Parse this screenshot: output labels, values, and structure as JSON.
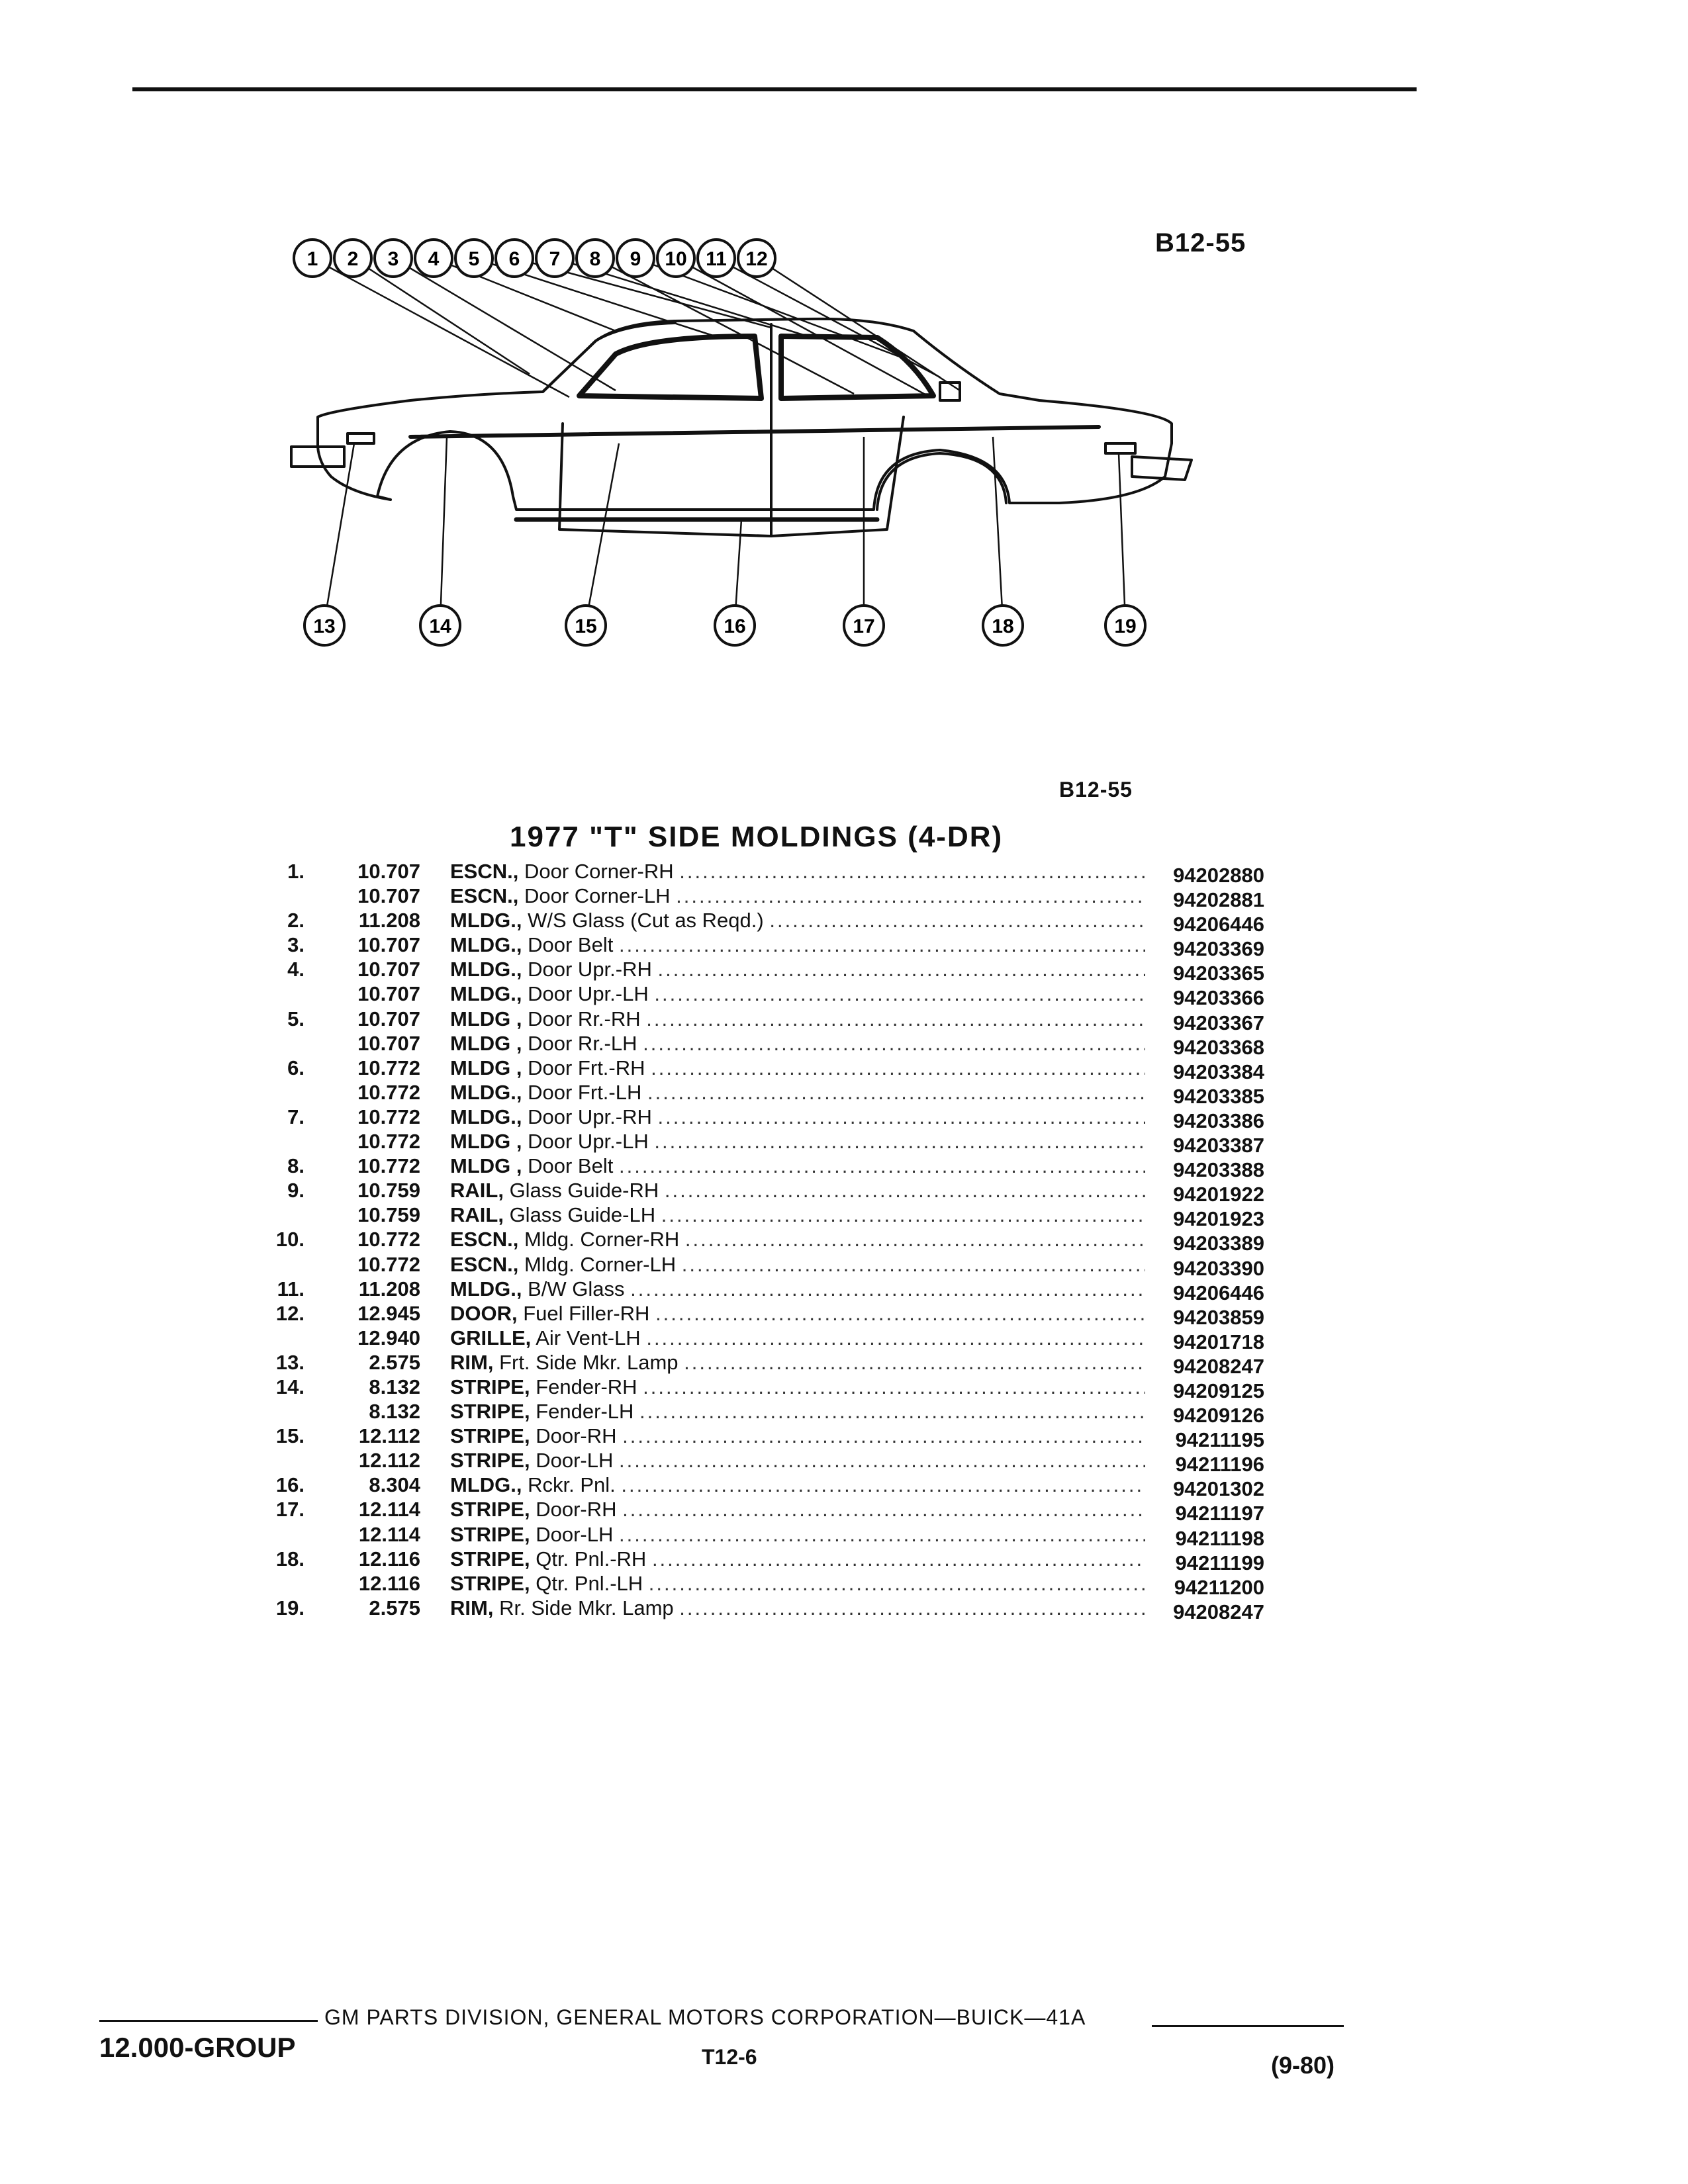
{
  "figure_code": "B12-55",
  "figure_code_lower": "B12-55",
  "title": "1977 \"T\" SIDE MOLDINGS (4-DR)",
  "callouts_top": [
    "1",
    "2",
    "3",
    "4",
    "5",
    "6",
    "7",
    "8",
    "9",
    "10",
    "11",
    "12"
  ],
  "callouts_bottom": [
    "13",
    "14",
    "15",
    "16",
    "17",
    "18",
    "19"
  ],
  "parts": [
    {
      "ref": "1.",
      "group": "10.707",
      "name": "ESCN.,",
      "desc": "Door Corner-RH",
      "part": "94202880"
    },
    {
      "ref": "",
      "group": "10.707",
      "name": "ESCN.,",
      "desc": "Door Corner-LH",
      "part": "94202881"
    },
    {
      "ref": "2.",
      "group": "11.208",
      "name": "MLDG.,",
      "desc": "W/S Glass (Cut as Reqd.)",
      "part": "94206446"
    },
    {
      "ref": "3.",
      "group": "10.707",
      "name": "MLDG.,",
      "desc": "Door Belt",
      "part": "94203369"
    },
    {
      "ref": "4.",
      "group": "10.707",
      "name": "MLDG.,",
      "desc": "Door Upr.-RH",
      "part": "94203365"
    },
    {
      "ref": "",
      "group": "10.707",
      "name": "MLDG.,",
      "desc": "Door Upr.-LH",
      "part": "94203366"
    },
    {
      "ref": "5.",
      "group": "10.707",
      "name": "MLDG ,",
      "desc": "Door Rr.-RH",
      "part": "94203367"
    },
    {
      "ref": "",
      "group": "10.707",
      "name": "MLDG ,",
      "desc": "Door Rr.-LH",
      "part": "94203368"
    },
    {
      "ref": "6.",
      "group": "10.772",
      "name": "MLDG ,",
      "desc": "Door Frt.-RH",
      "part": "94203384"
    },
    {
      "ref": "",
      "group": "10.772",
      "name": "MLDG.,",
      "desc": "Door Frt.-LH",
      "part": "94203385"
    },
    {
      "ref": "7.",
      "group": "10.772",
      "name": "MLDG.,",
      "desc": "Door Upr.-RH",
      "part": "94203386"
    },
    {
      "ref": "",
      "group": "10.772",
      "name": "MLDG ,",
      "desc": "Door Upr.-LH",
      "part": "94203387"
    },
    {
      "ref": "8.",
      "group": "10.772",
      "name": "MLDG ,",
      "desc": "Door Belt",
      "part": "94203388"
    },
    {
      "ref": "9.",
      "group": "10.759",
      "name": "RAIL,",
      "desc": "Glass Guide-RH",
      "part": "94201922"
    },
    {
      "ref": "",
      "group": "10.759",
      "name": "RAIL,",
      "desc": "Glass Guide-LH",
      "part": "94201923"
    },
    {
      "ref": "10.",
      "group": "10.772",
      "name": "ESCN.,",
      "desc": "Mldg. Corner-RH",
      "part": "94203389"
    },
    {
      "ref": "",
      "group": "10.772",
      "name": "ESCN.,",
      "desc": "Mldg. Corner-LH",
      "part": "94203390"
    },
    {
      "ref": "11.",
      "group": "11.208",
      "name": "MLDG.,",
      "desc": "B/W Glass",
      "part": "94206446"
    },
    {
      "ref": "12.",
      "group": "12.945",
      "name": "DOOR,",
      "desc": "Fuel Filler-RH",
      "part": "94203859"
    },
    {
      "ref": "",
      "group": "12.940",
      "name": "GRILLE,",
      "desc": "Air Vent-LH",
      "part": "94201718"
    },
    {
      "ref": "13.",
      "group": "2.575",
      "name": "RIM,",
      "desc": "Frt. Side Mkr. Lamp",
      "part": "94208247"
    },
    {
      "ref": "14.",
      "group": "8.132",
      "name": "STRIPE,",
      "desc": "Fender-RH",
      "part": "94209125"
    },
    {
      "ref": "",
      "group": "8.132",
      "name": "STRIPE,",
      "desc": "Fender-LH",
      "part": "94209126"
    },
    {
      "ref": "15.",
      "group": "12.112",
      "name": "STRIPE,",
      "desc": "Door-RH",
      "part": "94211195"
    },
    {
      "ref": "",
      "group": "12.112",
      "name": "STRIPE,",
      "desc": "Door-LH",
      "part": "94211196"
    },
    {
      "ref": "16.",
      "group": "8.304",
      "name": "MLDG.,",
      "desc": "Rckr. Pnl.",
      "part": "94201302"
    },
    {
      "ref": "17.",
      "group": "12.114",
      "name": "STRIPE,",
      "desc": "Door-RH",
      "part": "94211197"
    },
    {
      "ref": "",
      "group": "12.114",
      "name": "STRIPE,",
      "desc": "Door-LH",
      "part": "94211198"
    },
    {
      "ref": "18.",
      "group": "12.116",
      "name": "STRIPE,",
      "desc": "Qtr. Pnl.-RH",
      "part": "94211199"
    },
    {
      "ref": "",
      "group": "12.116",
      "name": "STRIPE,",
      "desc": "Qtr. Pnl.-LH",
      "part": "94211200"
    },
    {
      "ref": "19.",
      "group": "2.575",
      "name": "RIM,",
      "desc": "Rr. Side Mkr. Lamp",
      "part": "94208247"
    }
  ],
  "footer": {
    "publisher": "GM PARTS DIVISION, GENERAL MOTORS CORPORATION—BUICK—41A",
    "group": "12.000-GROUP",
    "page": "T12-6",
    "date": "(9-80)"
  }
}
